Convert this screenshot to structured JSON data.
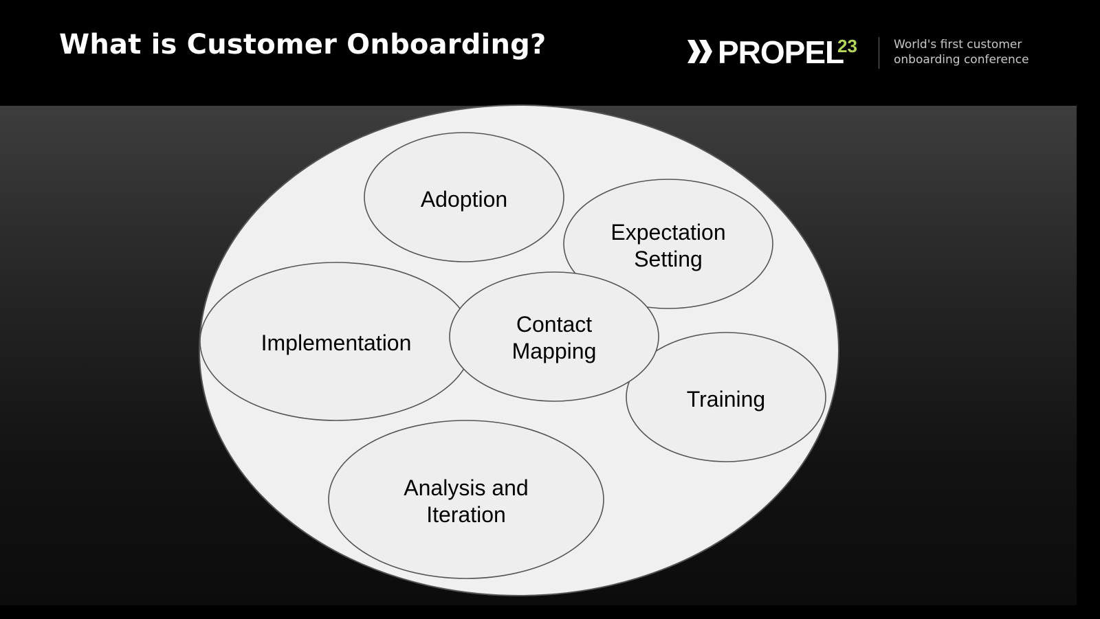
{
  "slide": {
    "title": "What is Customer Onboarding?"
  },
  "brand": {
    "logo_icon": "double-chevron-icon",
    "name": "PROPEL",
    "year": "23",
    "accent_color": "#b5d65a",
    "tagline_line1": "World's first customer",
    "tagline_line2": "onboarding conference"
  },
  "diagram": {
    "outer_fill": "#f0f0f0",
    "stroke_color": "#555555",
    "nodes": {
      "adoption": "Adoption",
      "expectation_line1": "Expectation",
      "expectation_line2": "Setting",
      "implementation": "Implementation",
      "contact_line1": "Contact",
      "contact_line2": "Mapping",
      "training": "Training",
      "analysis_line1": "Analysis and",
      "analysis_line2": "Iteration"
    }
  }
}
